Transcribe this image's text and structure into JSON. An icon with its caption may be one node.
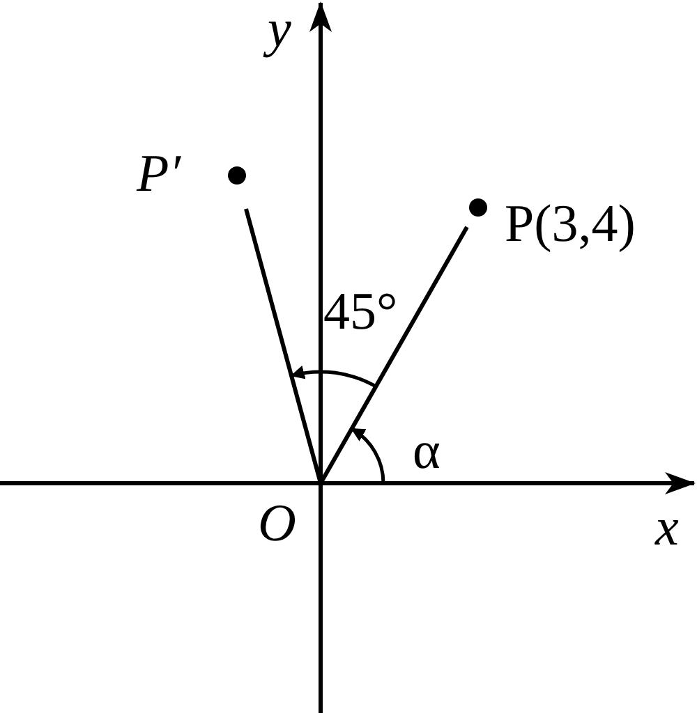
{
  "diagram": {
    "nodes": [
      {
        "text": [
          "O"
        ]
      },
      {
        "text": [
          "P(3,4)"
        ]
      },
      {
        "text": [
          "P′"
        ]
      }
    ],
    "edges": [
      {
        "from": 0,
        "to": 1,
        "arrow": "none"
      },
      {
        "from": 0,
        "to": 2,
        "arrow": "none"
      }
    ],
    "labels": [
      "y",
      "45°",
      "α",
      "x"
    ]
  }
}
